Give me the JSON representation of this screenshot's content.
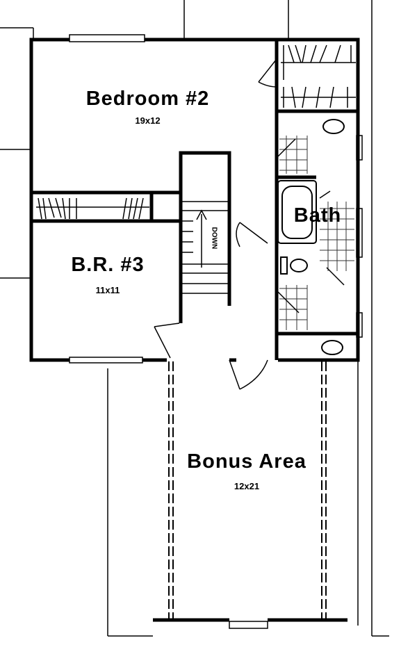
{
  "rooms": [
    {
      "name": "Bedroom #2",
      "size": "19x12"
    },
    {
      "name": "B.R. #3",
      "size": "11x11"
    },
    {
      "name": "Bath"
    },
    {
      "name": "Bonus Area",
      "size": "12x21"
    }
  ],
  "stairs": {
    "label": "DOWN"
  }
}
